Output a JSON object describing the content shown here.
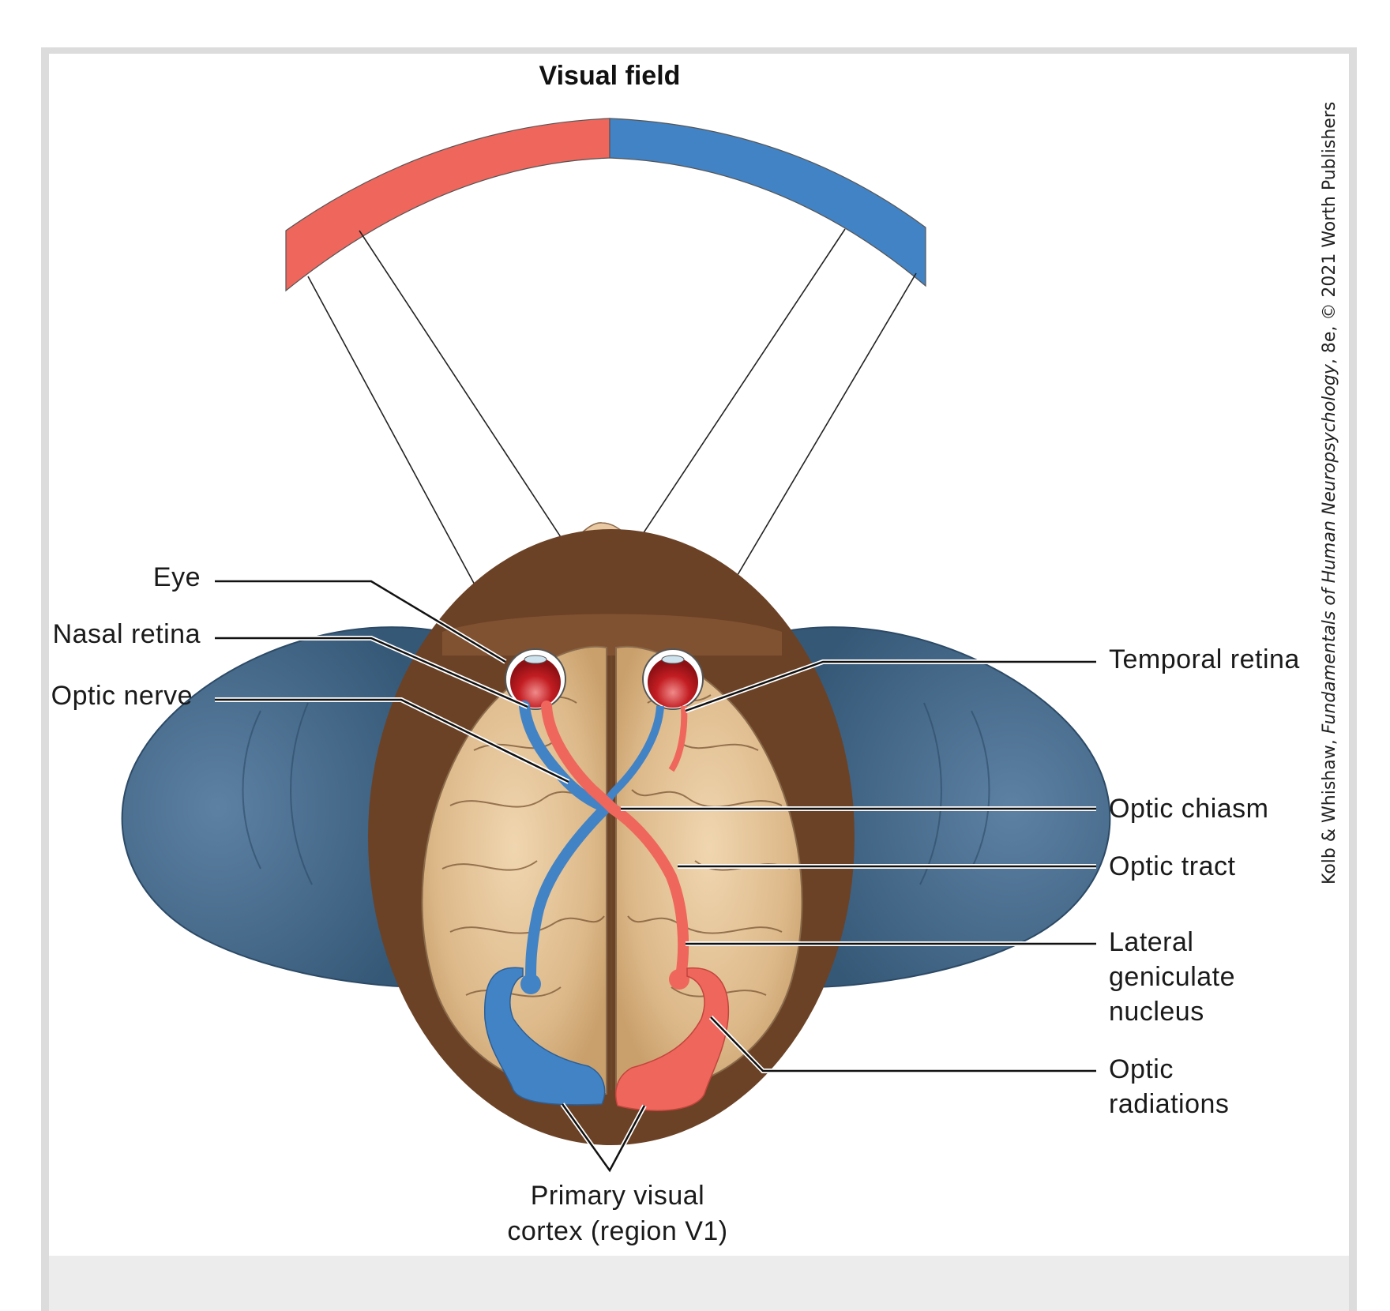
{
  "figure": {
    "title": "Visual field",
    "credit": {
      "authors": "Kolb & Whishaw, ",
      "book": "Fundamentals of Human Neuropsychology",
      "rest": ", 8e, © 2021 Worth Publishers"
    },
    "colors": {
      "left_field": "#ef665c",
      "right_field": "#4283c6",
      "head_shadow": "#3e6486",
      "skull": "#6b4226",
      "brain": "#ddb98a",
      "eye": "#b5161b",
      "frame": "#dcdcdc"
    },
    "labels": {
      "eye": "Eye",
      "nasal_retina": "Nasal retina",
      "optic_nerve": "Optic nerve",
      "temporal_retina": "Temporal retina",
      "optic_chiasm": "Optic chiasm",
      "optic_tract": "Optic tract",
      "lgn_line1": "Lateral",
      "lgn_line2": "geniculate",
      "lgn_line3": "nucleus",
      "radiations_line1": "Optic",
      "radiations_line2": "radiations",
      "v1_line1": "Primary visual",
      "v1_line2": "cortex (region V1)"
    }
  }
}
